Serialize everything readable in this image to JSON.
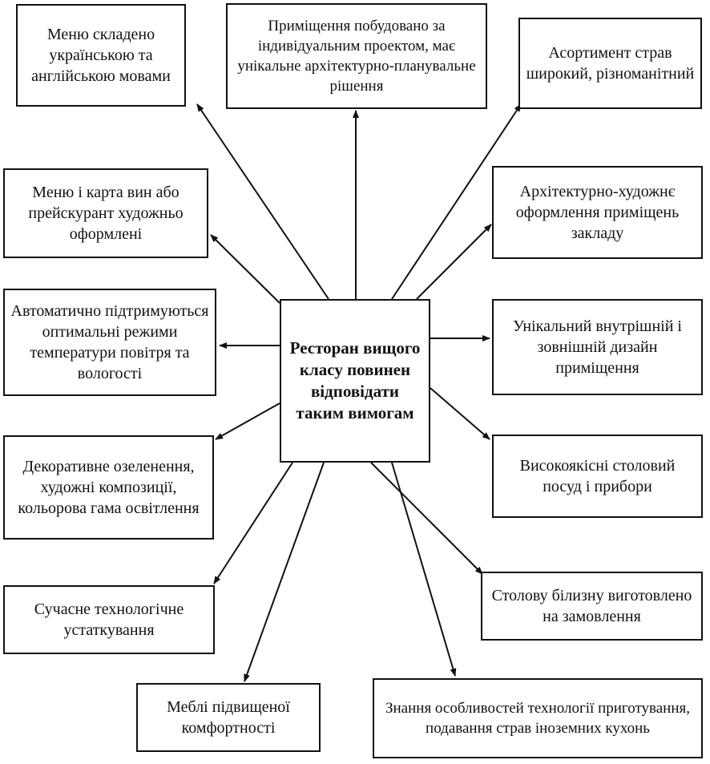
{
  "diagram": {
    "center": {
      "label": "Ресторан вищого класу повинен відповідати таким вимогам"
    },
    "requirements": [
      {
        "key": "menu-languages",
        "label": "Меню складено українською та англійською мовами"
      },
      {
        "key": "individual-project",
        "label": "Приміщення побудовано за індивідуальним проектом, має унікальне архітектурно-планувальне рішення"
      },
      {
        "key": "wide-assortment",
        "label": "Асортимент страв широкий, різноманітний"
      },
      {
        "key": "menu-wine-card",
        "label": "Меню і карта вин або прейскурант художньо оформлені"
      },
      {
        "key": "architectural-design",
        "label": "Архітектурно-художнє оформлення приміщень закладу"
      },
      {
        "key": "climate-control",
        "label": "Автоматично підтримуються оптимальні режими температури повітря та вологості"
      },
      {
        "key": "unique-design",
        "label": "Унікальний внутрішній і зовнішній дизайн приміщення"
      },
      {
        "key": "decorative-greening",
        "label": "Декоративне озеленення, художні композиції, кольорова гама освітлення"
      },
      {
        "key": "tableware",
        "label": "Високоякісні столовий посуд і прибори"
      },
      {
        "key": "modern-equipment",
        "label": "Сучасне технологічне устаткування"
      },
      {
        "key": "table-linen",
        "label": "Столову білизну виготовлено на замовлення"
      },
      {
        "key": "comfortable-furniture",
        "label": "Меблі підвищеної комфортності"
      },
      {
        "key": "foreign-cuisine",
        "label": "Знання особливостей технології приготування, подавання страв іноземних кухонь"
      }
    ]
  },
  "colors": {
    "ink": "#111111",
    "background": "#ffffff"
  }
}
